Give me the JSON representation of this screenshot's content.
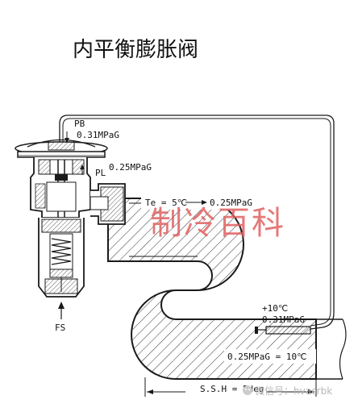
{
  "title": "内平衡膨胀阀",
  "labels": {
    "pb": "PB",
    "pb_pressure": "0.31MPaG",
    "pl": "PL",
    "pl_pressure": "0.25MPaG",
    "te_left": "Te = 5℃",
    "te_right": "0.25MPaG",
    "fs": "FS",
    "bulb_temp": "+10℃",
    "bulb_pressure": "0.31MPaG",
    "outlet_eq": "0.25MPaG = 10℃",
    "superheat": "S.S.H = 5deg"
  },
  "watermark": {
    "red_text": "制冷百科",
    "wechat": "微信号：hvacrbk"
  },
  "colors": {
    "line": "#1a1a1a",
    "hatch": "#333333",
    "watermark_red": "#e06060",
    "wechat_gray": "#bbbbbb"
  }
}
